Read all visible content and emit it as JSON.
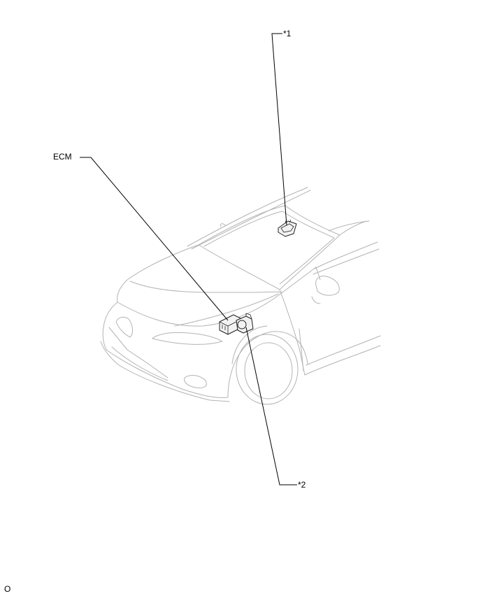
{
  "callouts": {
    "part_1": "*1",
    "ecm": "ECM",
    "part_2": "*2"
  },
  "document_id": "O",
  "colors": {
    "line_art": "#b3b3b3",
    "leader": "#000000",
    "component": "#222222"
  }
}
